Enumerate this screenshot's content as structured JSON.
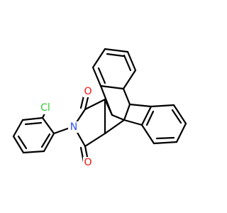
{
  "molecule": {
    "atoms": {
      "cl": {
        "label": "Cl",
        "color": "#33cc33"
      },
      "o_top": {
        "label": "O",
        "color": "#ff0d0d"
      },
      "o_bottom": {
        "label": "O",
        "color": "#ff0d0d"
      },
      "n": {
        "label": "N",
        "color": "#3050f8"
      }
    },
    "bond_color": "#000000"
  }
}
